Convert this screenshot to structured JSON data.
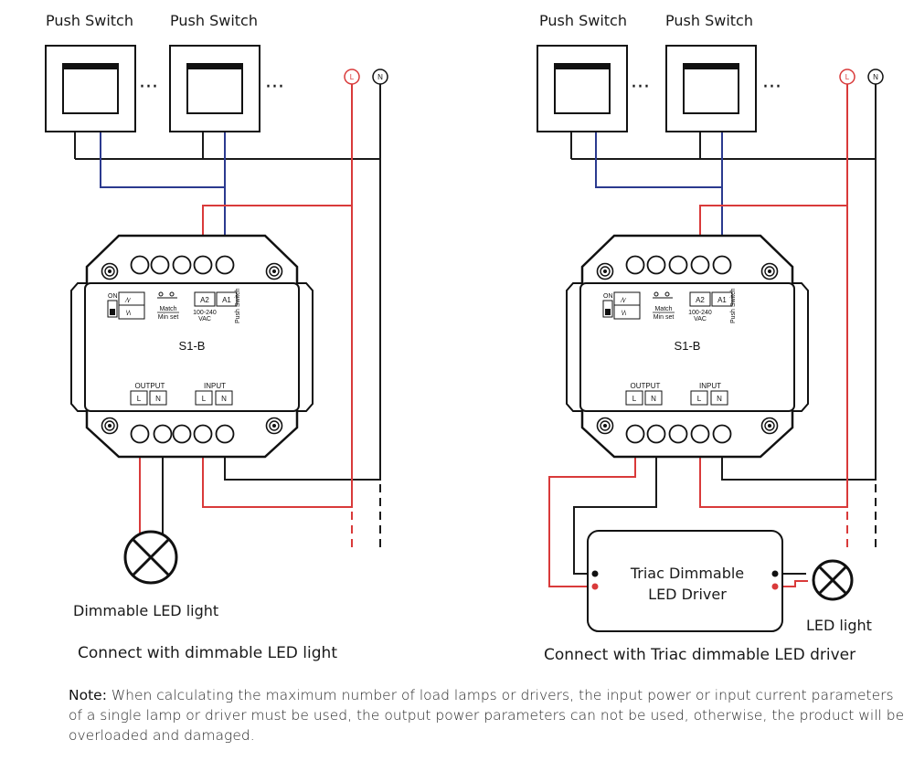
{
  "left_diagram": {
    "switch_labels": [
      "Push Switch",
      "Push Switch"
    ],
    "live_symbol": "L",
    "neutral_symbol": "N",
    "controller": {
      "model": "S1-B",
      "switch_label": "ON",
      "match_label": "Match",
      "min_set_label": "Min set",
      "a2": "A2",
      "a1": "A1",
      "voltage": "100-240",
      "vac": "VAC",
      "push_switch": "Push Switch",
      "output_label": "OUTPUT",
      "input_label": "INPUT",
      "l": "L",
      "n": "N"
    },
    "load_label": "Dimmable LED light",
    "caption": "Connect with dimmable LED light"
  },
  "right_diagram": {
    "switch_labels": [
      "Push Switch",
      "Push Switch"
    ],
    "live_symbol": "L",
    "neutral_symbol": "N",
    "controller": {
      "model": "S1-B",
      "switch_label": "ON",
      "match_label": "Match",
      "min_set_label": "Min set",
      "a2": "A2",
      "a1": "A1",
      "voltage": "100-240",
      "vac": "VAC",
      "push_switch": "Push Switch",
      "output_label": "OUTPUT",
      "input_label": "INPUT",
      "l": "L",
      "n": "N"
    },
    "driver_label_line1": "Triac Dimmable",
    "driver_label_line2": "LED Driver",
    "load_label": "LED light",
    "caption": "Connect with Triac dimmable LED driver"
  },
  "note": {
    "prefix": "Note:",
    "text": " When calculating the maximum number of load lamps or drivers, the input power or input current parameters of a single lamp or driver must be used, the output power parameters can not be used, otherwise, the product will be overloaded and damaged."
  },
  "colors": {
    "live": "#d93a3a",
    "neutral": "#1a1a1a",
    "switch_wire": "#2b3a8f"
  }
}
